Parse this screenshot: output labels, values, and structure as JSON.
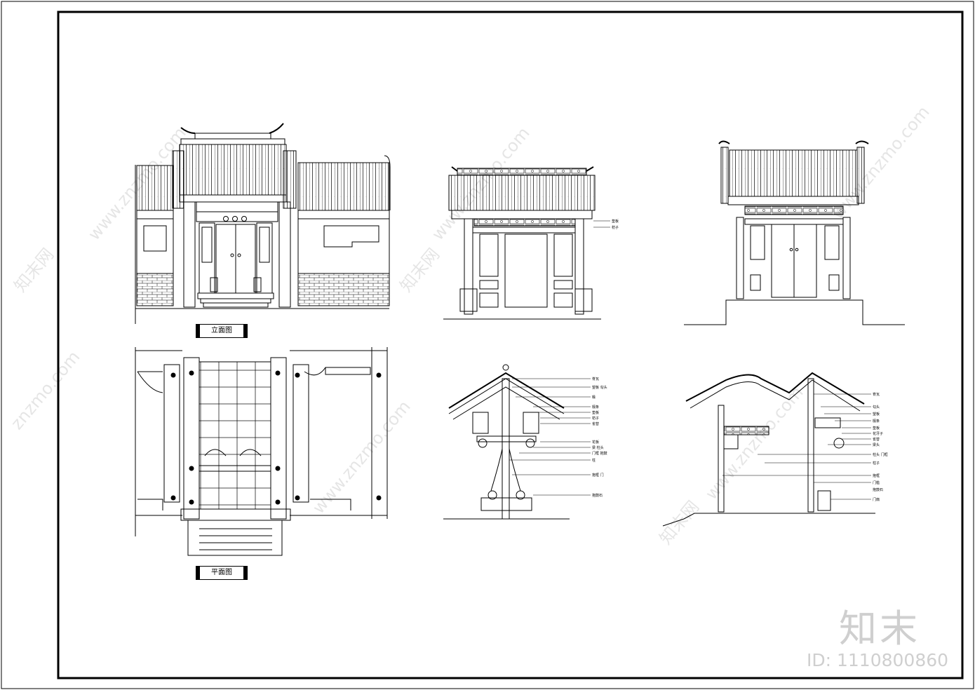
{
  "titles": {
    "elevation": "立面图",
    "plan": "平面图"
  },
  "watermark": {
    "logo": "知末",
    "id": "ID: 1110800860",
    "site": "www.znzmo.com",
    "site_short": "znzmo.com",
    "brand": "知末网"
  },
  "section1_labels": [
    "脊瓦",
    "望板 勾头",
    "椽",
    "檩条",
    "垫板",
    "枋子",
    "雀替",
    "花板",
    "梁 柱头",
    "门框 抱鼓",
    "柱",
    "抱框 门",
    "抱鼓石"
  ],
  "section2_labels": [
    "脊瓦",
    "勾头",
    "望板",
    "檩条",
    "垫板",
    "花牙子",
    "雀替",
    "梁头",
    "柱头 门框",
    "柱子",
    "抱框",
    "门槛",
    "抱鼓石",
    "门扇"
  ],
  "side_labels": [
    "垫板",
    "枋子"
  ],
  "colors": {
    "line": "#000000",
    "watermark": "#cfcfcf"
  }
}
